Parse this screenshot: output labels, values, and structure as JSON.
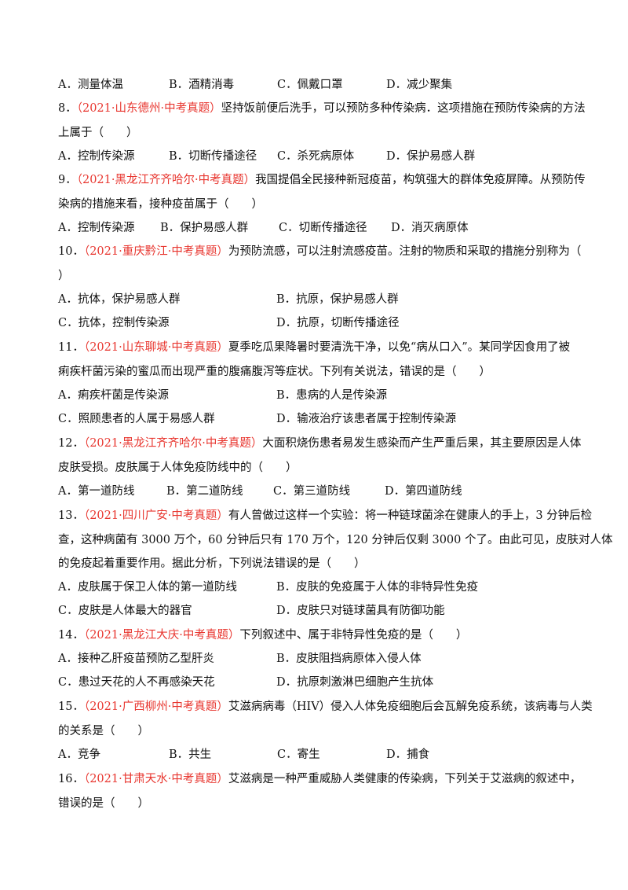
{
  "top_options": {
    "a": "A．测量体温",
    "b": "B．酒精消毒",
    "c": "C．佩戴口罩",
    "d": "D．减少聚集"
  },
  "questions": [
    {
      "num": "8．",
      "source": "（2021·山东德州·中考真题）",
      "text1": "坚持饭前便后洗手，可以预防多种传染病．这项措施在预防传染病的方法",
      "text2": "上属于（　　）",
      "options": {
        "a": "A．控制传染源",
        "b": "B．切断传播途径",
        "c": "C．杀死病原体",
        "d": "D．保护易感人群"
      }
    },
    {
      "num": "9．",
      "source": "（2021·黑龙江齐齐哈尔·中考真题）",
      "text1": "我国提倡全民接种新冠疫苗，构筑强大的群体免疫屏障。从预防传",
      "text2": "染病的措施来看，接种疫苗属于（　　）",
      "options": {
        "a": "A．控制传染源",
        "b": "B．保护易感人群",
        "c": "C．切断传播途径",
        "d": "D．消灭病原体"
      }
    },
    {
      "num": "10．",
      "source": "（2021·重庆黔江·中考真题）",
      "text1": "为预防流感，可以注射流感疫苗。注射的物质和采取的措施分别称为（",
      "text2": "）",
      "options": {
        "a": "A．抗体，保护易感人群",
        "b": "B．抗原，保护易感人群",
        "c": "C．抗体，控制传染源",
        "d": "D．抗原，切断传播途径"
      }
    },
    {
      "num": "11．",
      "source": "（2021·山东聊城·中考真题）",
      "text1": "夏季吃瓜果降暑时要清洗干净，以免“病从口入”。某同学因食用了被",
      "text2": "痢疾杆菌污染的蜜瓜而出现严重的腹痛腹泻等症状。下列有关说法，错误的是（　　）",
      "options": {
        "a": "A．痢疾杆菌是传染源",
        "b": "B．患病的人是传染源",
        "c": "C．照顾患者的人属于易感人群",
        "d": "D．输液治疗该患者属于控制传染源"
      }
    },
    {
      "num": "12．",
      "source": "（2021·黑龙江齐齐哈尔·中考真题）",
      "text1": "大面积烧伤患者易发生感染而产生严重后果，其主要原因是人体",
      "text2": "皮肤受损。皮肤属于人体免疫防线中的（　　）",
      "options": {
        "a": "A．第一道防线",
        "b": "B．第二道防线",
        "c": "C．第三道防线",
        "d": "D．第四道防线"
      }
    },
    {
      "num": "13．",
      "source": "（2021·四川广安·中考真题）",
      "text1": "有人曾做过这样一个实验：将一种链球菌涂在健康人的手上，3 分钟后检",
      "text2": "查，这种病菌有 3000 万个，60 分钟后只有 170 万个，120 分钟后仅剩 3000 个了。由此可见，皮肤对人体",
      "text3": "的免疫起着重要作用。据此分析，下列说法错误的是（　　）",
      "options": {
        "a": "A．皮肤属于保卫人体的第一道防线",
        "b": "B．皮肤的免疫属于人体的非特异性免疫",
        "c": "C．皮肤是人体最大的器官",
        "d": "D．皮肤只对链球菌具有防御功能"
      }
    },
    {
      "num": "14．",
      "source": "（2021·黑龙江大庆·中考真题）",
      "text1": "下列叙述中、属于非特异性免疫的是（　　）",
      "options": {
        "a": "A．接种乙肝疫苗预防乙型肝炎",
        "b": "B．皮肤阻挡病原体入侵人体",
        "c": "C．患过天花的人不再感染天花",
        "d": "D．抗原刺激淋巴细胞产生抗体"
      }
    },
    {
      "num": "15．",
      "source": "（2021·广西柳州·中考真题）",
      "text1": "艾滋病病毒（HIV）侵入人体免疫细胞后会瓦解免疫系统，该病毒与人类",
      "text2": "的关系是（　　）",
      "options": {
        "a": "A．竞争",
        "b": "B．共生",
        "c": "C．寄生",
        "d": "D．捕食"
      }
    },
    {
      "num": "16．",
      "source": "（2021·甘肃天水·中考真题）",
      "text1": "艾滋病是一种严重威胁人类健康的传染病，下列关于艾滋病的叙述中，",
      "text2": "错误的是（　　）"
    }
  ]
}
